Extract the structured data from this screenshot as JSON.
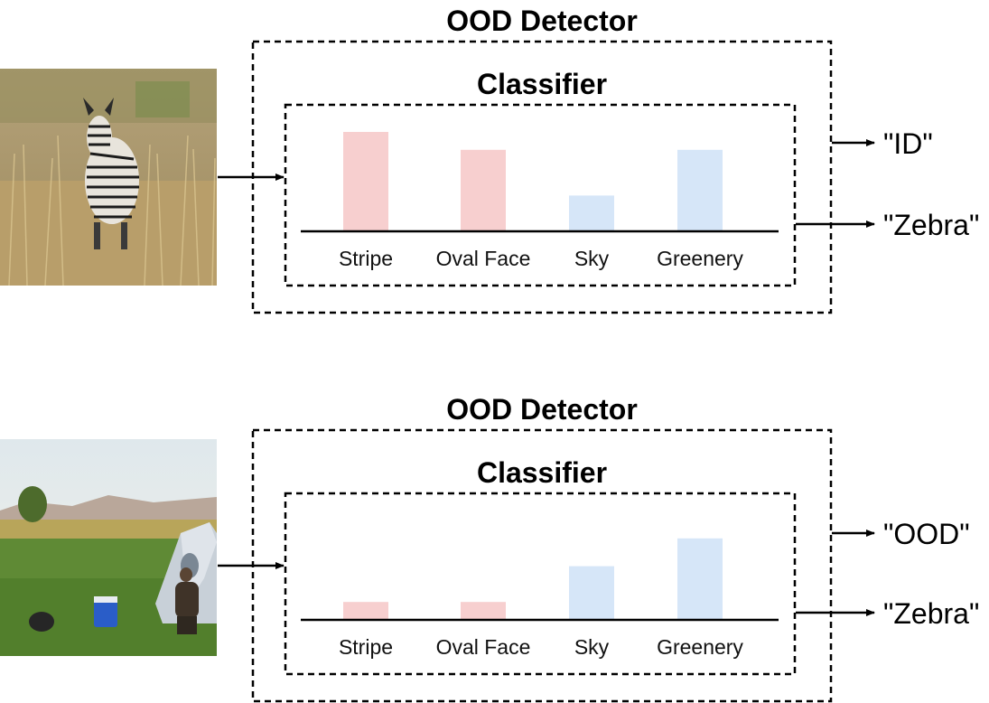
{
  "colors": {
    "id_feature_bar": "#f7cfcf",
    "ood_feature_bar": "#d6e6f8",
    "line": "#000000"
  },
  "panels": [
    {
      "image_icon": "zebra-in-grass-photo",
      "detector_title": "OOD Detector",
      "classifier_title": "Classifier",
      "categories": [
        "Stripe",
        "Oval Face",
        "Sky",
        "Greenery"
      ],
      "values": [
        1.0,
        0.82,
        0.36,
        0.82
      ],
      "outputs": {
        "detector": "\"ID\"",
        "classifier": "\"Zebra\""
      }
    },
    {
      "image_icon": "camping-tent-on-grass-photo",
      "detector_title": "OOD Detector",
      "classifier_title": "Classifier",
      "categories": [
        "Stripe",
        "Oval Face",
        "Sky",
        "Greenery"
      ],
      "values": [
        0.18,
        0.18,
        0.54,
        0.82
      ],
      "outputs": {
        "detector": "\"OOD\"",
        "classifier": "\"Zebra\""
      }
    }
  ]
}
